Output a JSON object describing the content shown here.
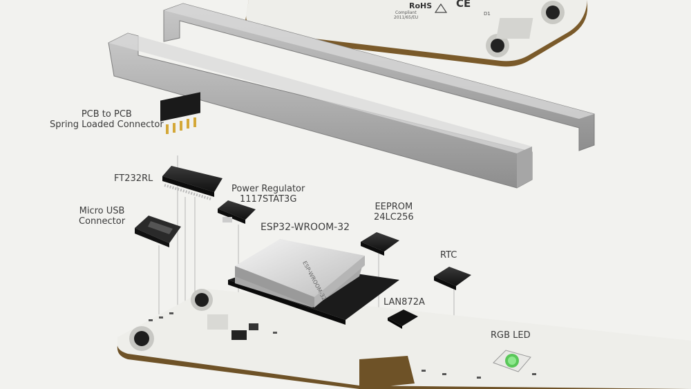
{
  "top_board": {
    "rohs": "RoHS",
    "compliant": "Compliant",
    "year": "2011/65/EU",
    "ce": "CE",
    "d1": "D1"
  },
  "esp_marking": "ESP-WROOM-32",
  "labels": {
    "pcb_connector": [
      "PCB to PCB",
      "Spring Loaded Connector"
    ],
    "ft232rl": "FT232RL",
    "power_regulator": [
      "Power Regulator",
      "1117STAT3G"
    ],
    "micro_usb": [
      "Micro USB",
      "Connector"
    ],
    "esp32": "ESP32-WROOM-32",
    "eeprom": [
      "EEPROM",
      "24LC256"
    ],
    "rtc": "RTC",
    "lan": "LAN872A",
    "rgb_led": "RGB LED"
  }
}
